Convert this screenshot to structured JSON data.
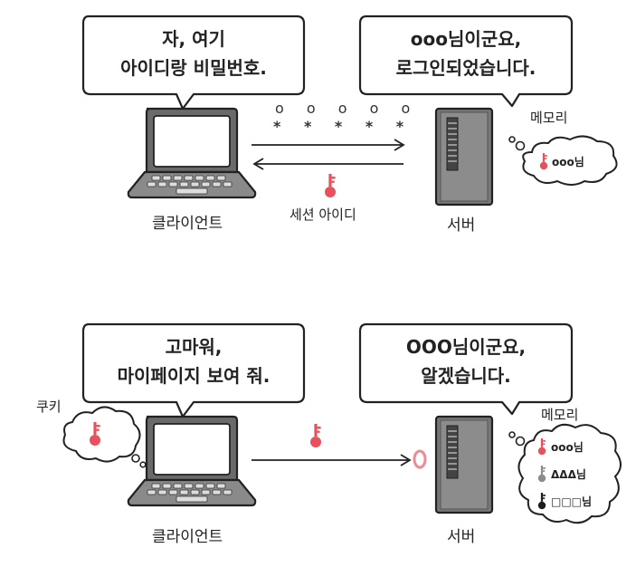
{
  "top": {
    "client_bubble": {
      "line1": "자, 여기",
      "line2": "아이디랑 비밀번호."
    },
    "server_bubble": {
      "line1": "ooo님이군요,",
      "line2": "로그인되었습니다."
    },
    "password_dots": "o o o o o",
    "password_stars": "* * * * *",
    "client_label": "클라이언트",
    "server_label": "서버",
    "session_label": "세션 아이디",
    "memory_label": "메모리",
    "memory_entry": "ooo님"
  },
  "bottom": {
    "client_bubble": {
      "line1": "고마워,",
      "line2": "마이페이지 보여 줘."
    },
    "server_bubble": {
      "line1": "OOO님이군요,",
      "line2": "알겠습니다."
    },
    "cookie_label": "쿠키",
    "client_label": "클라이언트",
    "server_label": "서버",
    "memory_label": "메모리",
    "memory_entries": [
      "ooo님",
      "ΔΔΔ님",
      "□□□님"
    ]
  },
  "colors": {
    "key_red": "#e8505b",
    "key_gray": "#8c8c8c",
    "key_black": "#1e1e1e",
    "outline": "#222222",
    "screen": "#ffffff",
    "server_body": "#777777"
  }
}
